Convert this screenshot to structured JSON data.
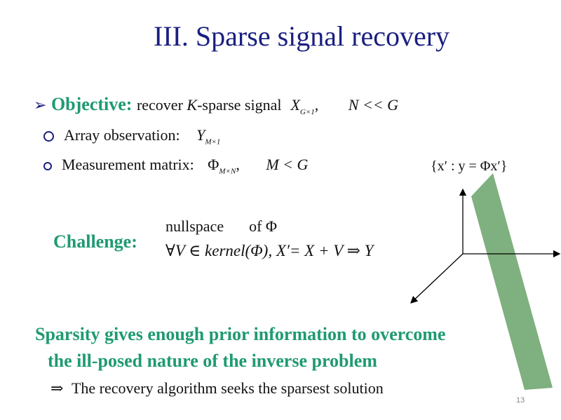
{
  "title": "III. Sparse signal recovery",
  "objective": {
    "label": "Objective:",
    "text": "recover ",
    "k": "K",
    "text2": "-sparse signal",
    "x": "X",
    "x_sub": "G×1",
    "comma": ",",
    "cond": "N << G"
  },
  "bullets": [
    {
      "label": "Array observation:",
      "sym": "Y",
      "sub": "M×1"
    },
    {
      "label": "Measurement matrix:",
      "sym": "Φ",
      "sub": "M×N",
      "comma": ",",
      "cond": "M < G"
    }
  ],
  "set_label": "{x′ :  y = Φx′}",
  "challenge": {
    "label": "Challenge:",
    "line1a": "nullspace",
    "line1b": "of Φ",
    "line2": "∀V ∈ kernel(Φ), X′= X + V ⇒ Y"
  },
  "conclusion": {
    "line1": "Sparsity gives enough prior information to overcome",
    "line2": "the ill-posed nature of the inverse problem",
    "arrow": "⇒",
    "line3": "The recovery algorithm seeks the sparsest solution"
  },
  "page_number": "13",
  "colors": {
    "title": "#1a1f80",
    "accent": "#1f9a72",
    "plane": "#7fb07f"
  }
}
